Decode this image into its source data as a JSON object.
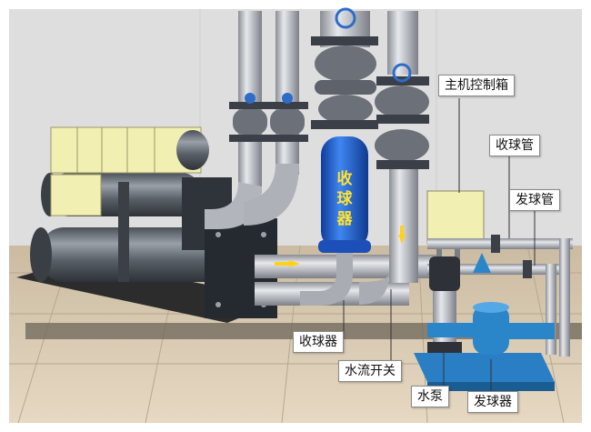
{
  "labels": {
    "host_control_box": "主机控制箱",
    "ball_collect_pipe": "收球管",
    "ball_launch_pipe": "发球管",
    "ball_collector": "收球器",
    "water_flow_switch": "水流开关",
    "water_pump": "水泵",
    "ball_launcher": "发球器"
  },
  "collector_body_text": [
    "收",
    "球",
    "器"
  ],
  "colors": {
    "wall": "#dcdcdc",
    "floor_tile": "#d9c9b0",
    "pipe_gray": "#a9adb3",
    "collector_blue": "#1f5fd6",
    "launcher_blue": "#2a86c9",
    "control_box": "#f1efb2",
    "flange_dark": "#3a3f48",
    "arrow_yellow": "#ffd21a"
  }
}
